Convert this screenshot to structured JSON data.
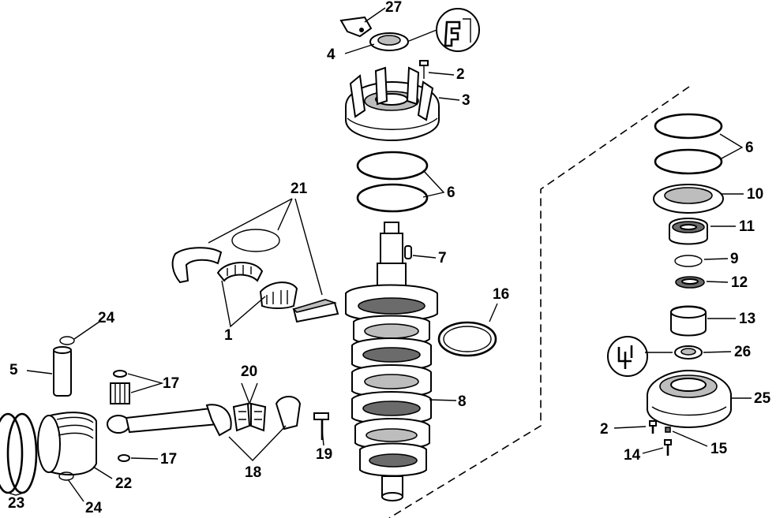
{
  "callouts": {
    "c27": "27",
    "c4": "4",
    "c2a": "2",
    "c3": "3",
    "c6a": "6",
    "c21": "21",
    "c7": "7",
    "c16": "16",
    "c1": "1",
    "c24a": "24",
    "c5": "5",
    "c17a": "17",
    "c20": "20",
    "c8": "8",
    "c17b": "17",
    "c19": "19",
    "c18": "18",
    "c22": "22",
    "c23": "23",
    "c24b": "24",
    "c6b": "6",
    "c10": "10",
    "c11": "11",
    "c9": "9",
    "c12": "12",
    "c13": "13",
    "c26": "26",
    "c25": "25",
    "c2b": "2",
    "c15": "15",
    "c14": "14"
  },
  "icons": {
    "seal-lube": "gasket-sealing-compound-icon",
    "bearing-lube": "lubricant-icon"
  }
}
